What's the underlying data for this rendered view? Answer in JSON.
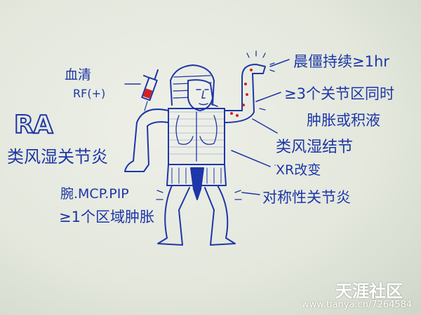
{
  "title": {
    "abbr": "RA",
    "name": "类风湿关节炎"
  },
  "labels": {
    "serum": "血清",
    "rf": "RF(+)",
    "morning_stiffness": "晨僵持续≥1hr",
    "three_joints_line1": "≥3个关节区同时",
    "three_joints_line2": "肿胀或积液",
    "nodules": "类风湿结节",
    "xray": "XR改变",
    "symmetric": "对称性关节炎",
    "hand_joints_line1": "腕.MCP.PIP",
    "hand_joints_line2": "≥1个区域肿胀"
  },
  "watermark": {
    "brand": "天涯社区",
    "url": "www.tianya.cn/7264584"
  },
  "colors": {
    "ink": "#1d36a8",
    "blood": "#d42020",
    "paper": "#e4e8dc"
  }
}
